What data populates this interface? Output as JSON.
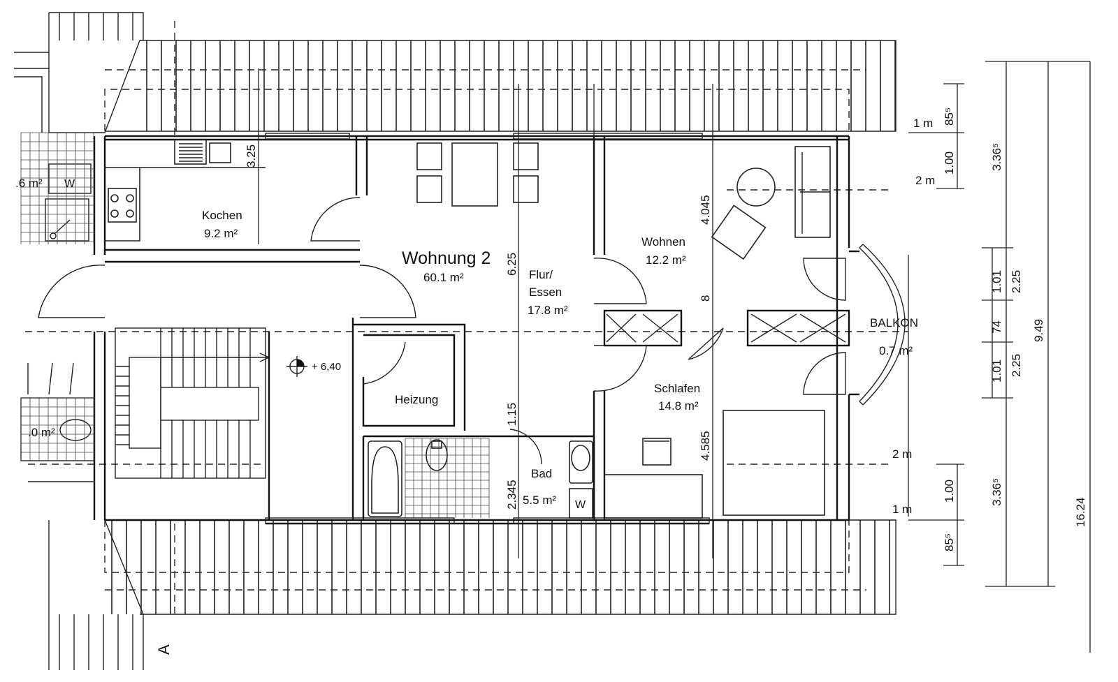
{
  "apartment": {
    "name": "Wohnung 2",
    "area": "60.1 m²"
  },
  "rooms": {
    "kochen": {
      "name": "Kochen",
      "area": "9.2 m²"
    },
    "flur": {
      "name_line1": "Flur/",
      "name_line2": "Essen",
      "area": "17.8 m²"
    },
    "wohnen": {
      "name": "Wohnen",
      "area": "12.2 m²"
    },
    "schlafen": {
      "name": "Schlafen",
      "area": "14.8 m²"
    },
    "heizung": {
      "name": "Heizung"
    },
    "bad": {
      "name": "Bad",
      "area": "5.5 m²"
    },
    "balkon": {
      "name": "BALKON",
      "area": "0.7 m²"
    }
  },
  "partial_labels": {
    "left_top": ".6 m²",
    "left_bottom": ".0 m²"
  },
  "washer_labels": {
    "left": "W",
    "bad": "W"
  },
  "elevation": "+ 6,40",
  "section_label": "A",
  "dimensions": {
    "kitchen_depth": "3.25",
    "corridor_width": "6.25",
    "wohnen_width": "4.045",
    "dim_8": "8",
    "schlafen_width": "4.585",
    "bad_11": "1.15",
    "bad_width": "2.345",
    "height_top": "1 m",
    "height_mid": "2 m",
    "height_mid_b": "2 m",
    "height_bot": "1 m",
    "d_855_top": "85⁵",
    "d_100_top": "1.00",
    "d_3365_top": "3.36⁵",
    "d_101_a": "1.01",
    "d_225_a": "2.25",
    "d_74": "74",
    "d_101_b": "1.01",
    "d_225_b": "2.25",
    "d_949": "9.49",
    "d_100_bot": "1.00",
    "d_3365_bot": "3.36⁵",
    "d_855_bot": "85⁵",
    "d_1624": "16.24"
  }
}
